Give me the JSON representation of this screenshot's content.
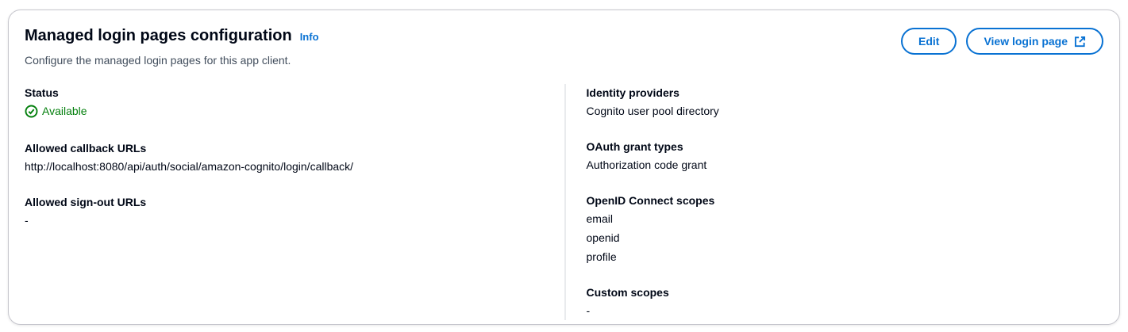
{
  "panel": {
    "title": "Managed login pages configuration",
    "info_link": "Info",
    "description": "Configure the managed login pages for this app client.",
    "actions": {
      "edit": "Edit",
      "view_login_page": "View login page"
    }
  },
  "fields": {
    "left": [
      {
        "label": "Status",
        "value": "Available",
        "status_icon": "success-check-circle-icon"
      },
      {
        "label": "Allowed callback URLs",
        "values": [
          "http://localhost:8080/api/auth/social/amazon-cognito/login/callback/"
        ]
      },
      {
        "label": "Allowed sign-out URLs",
        "values": [
          "-"
        ]
      }
    ],
    "right": [
      {
        "label": "Identity providers",
        "values": [
          "Cognito user pool directory"
        ]
      },
      {
        "label": "OAuth grant types",
        "values": [
          "Authorization code grant"
        ]
      },
      {
        "label": "OpenID Connect scopes",
        "values": [
          "email",
          "openid",
          "profile"
        ]
      },
      {
        "label": "Custom scopes",
        "values": [
          "-"
        ]
      }
    ]
  },
  "colors": {
    "accent_blue": "#0972d3",
    "success_green": "#037f0c",
    "panel_border": "#c6c6cd",
    "column_divider": "#e9ebed",
    "text_primary": "#000716",
    "text_secondary": "#414d5c"
  }
}
